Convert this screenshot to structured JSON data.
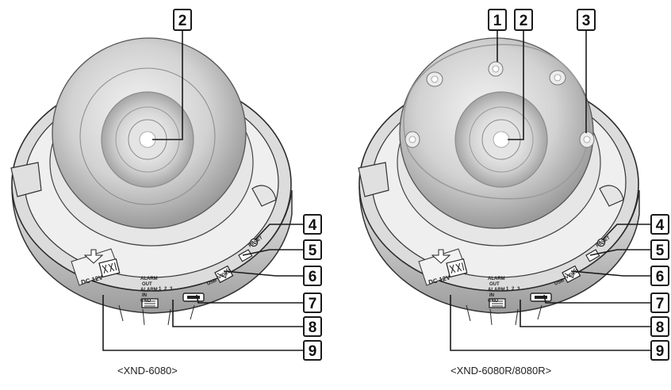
{
  "cameras": [
    {
      "caption": "<XND-6080>",
      "callouts": [
        "2",
        "4",
        "5",
        "6",
        "7",
        "8",
        "9"
      ],
      "panel": {
        "dc": "DC 12V",
        "alarm": [
          "ALARM",
          "OUT",
          "ALARM",
          "IN",
          "GND"
        ],
        "pins": [
          "1",
          "2",
          "3"
        ],
        "usb": "USB",
        "video": "VIDEO",
        "reset": "RESET"
      }
    },
    {
      "caption": "<XND-6080R/8080R>",
      "callouts": [
        "1",
        "2",
        "3",
        "4",
        "5",
        "6",
        "7",
        "8",
        "9"
      ],
      "panel": {
        "dc": "DC 12V",
        "alarm": [
          "ALARM",
          "OUT",
          "ALARM",
          "IN",
          "GND"
        ],
        "pins": [
          "1",
          "2",
          "3"
        ],
        "usb": "USB",
        "video": "VIDEO",
        "reset": "RESET"
      }
    }
  ],
  "colors": {
    "ink": "#1a1a1a",
    "lens_gray": "#c8c8c8"
  }
}
